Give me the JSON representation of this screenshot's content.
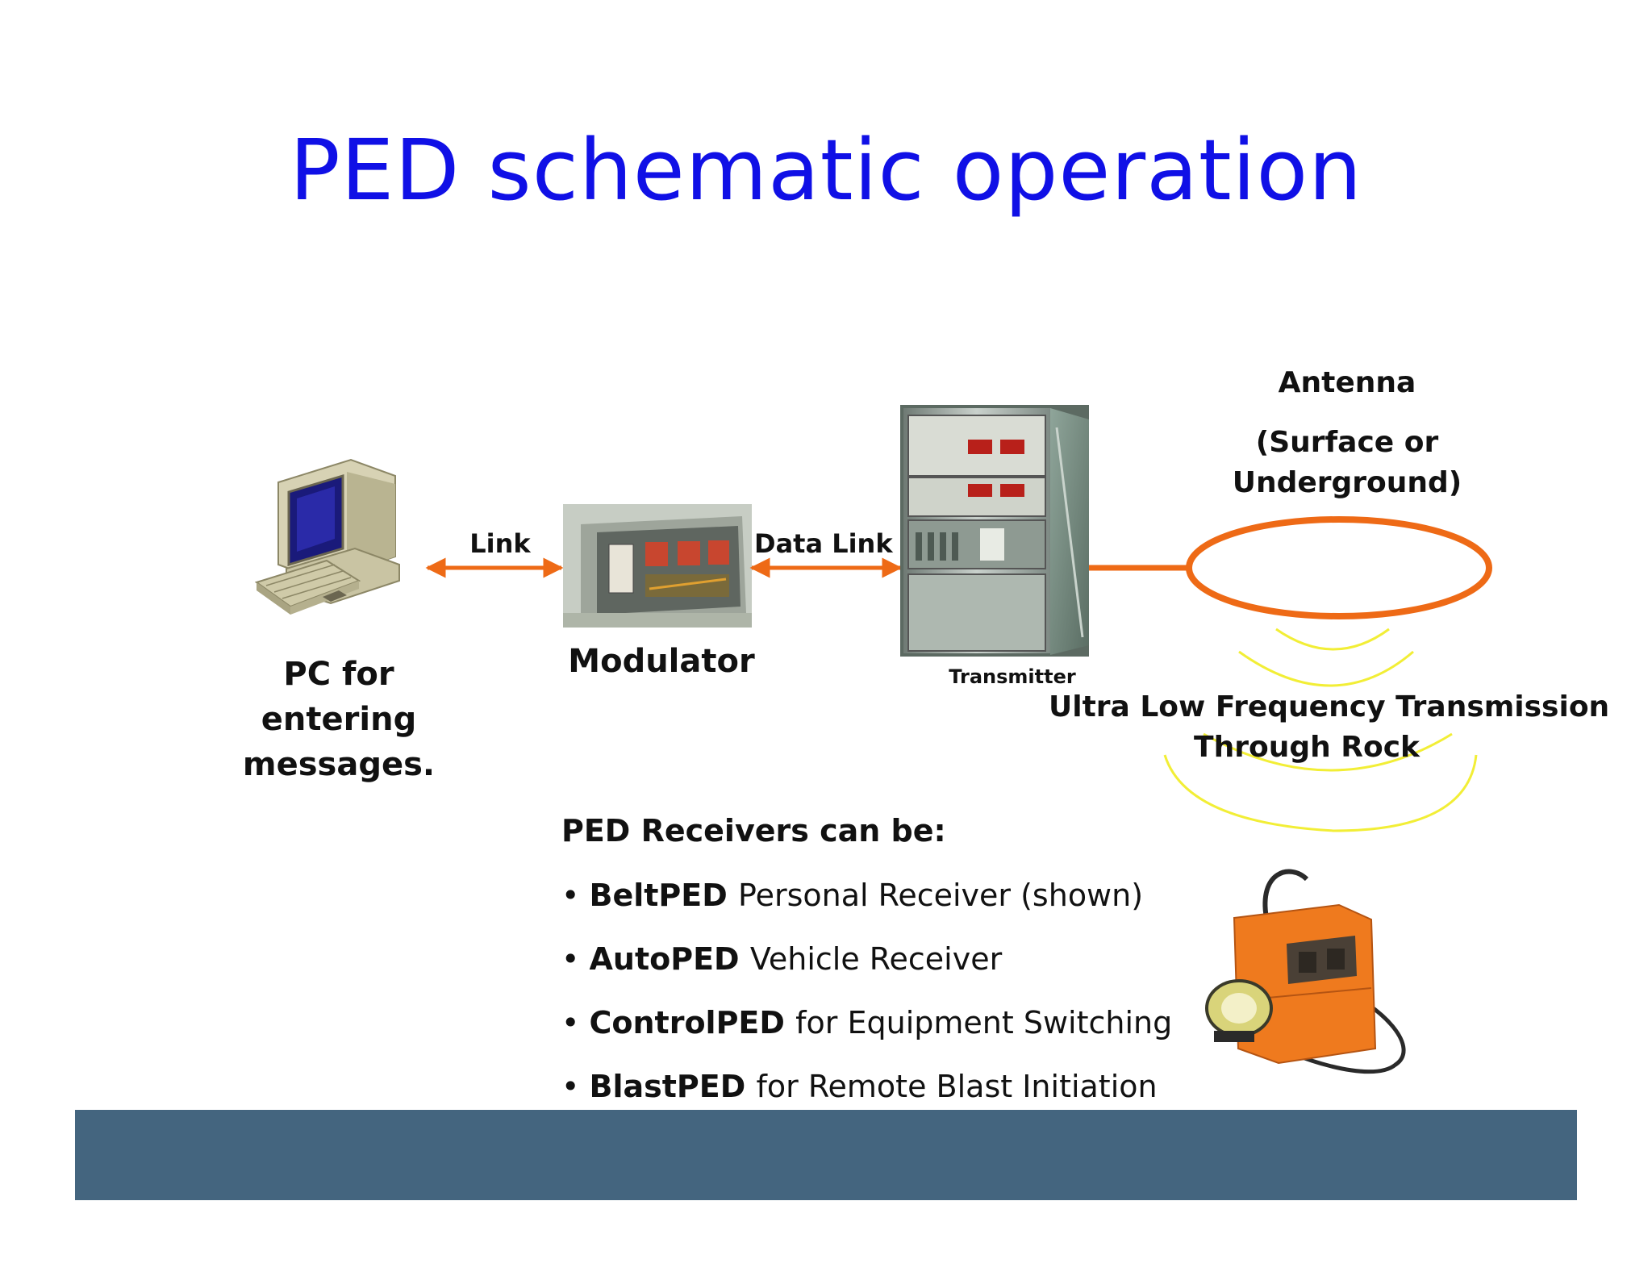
{
  "title": "PED schematic operation",
  "nodes": {
    "pc": {
      "label_lines": [
        "PC for",
        "entering",
        "messages."
      ]
    },
    "modulator": {
      "label": "Modulator"
    },
    "transmitter": {
      "label": "Transmitter"
    },
    "antenna": {
      "label_lines": [
        "Antenna",
        "(Surface or",
        "Underground)"
      ]
    }
  },
  "links": {
    "pc_modulator": "Link",
    "modulator_transmitter": "Data Link"
  },
  "transmission": {
    "label_lines": [
      "Ultra Low Frequency Transmission",
      "Through Rock"
    ]
  },
  "receivers": {
    "heading": "PED Receivers can be:",
    "bullet": "•",
    "items": [
      {
        "name": "BeltPED",
        "desc": "Personal Receiver (shown)"
      },
      {
        "name": "AutoPED",
        "desc": "Vehicle Receiver"
      },
      {
        "name": "ControlPED",
        "desc": "for Equipment Switching"
      },
      {
        "name": "BlastPED",
        "desc": "for Remote Blast Initiation"
      }
    ]
  },
  "colors": {
    "title": "#1010e6",
    "arrow": "#ee6a16",
    "antenna_loop": "#ee6a16",
    "waves": "#f2ee36",
    "footer_bar": "#44657f"
  }
}
